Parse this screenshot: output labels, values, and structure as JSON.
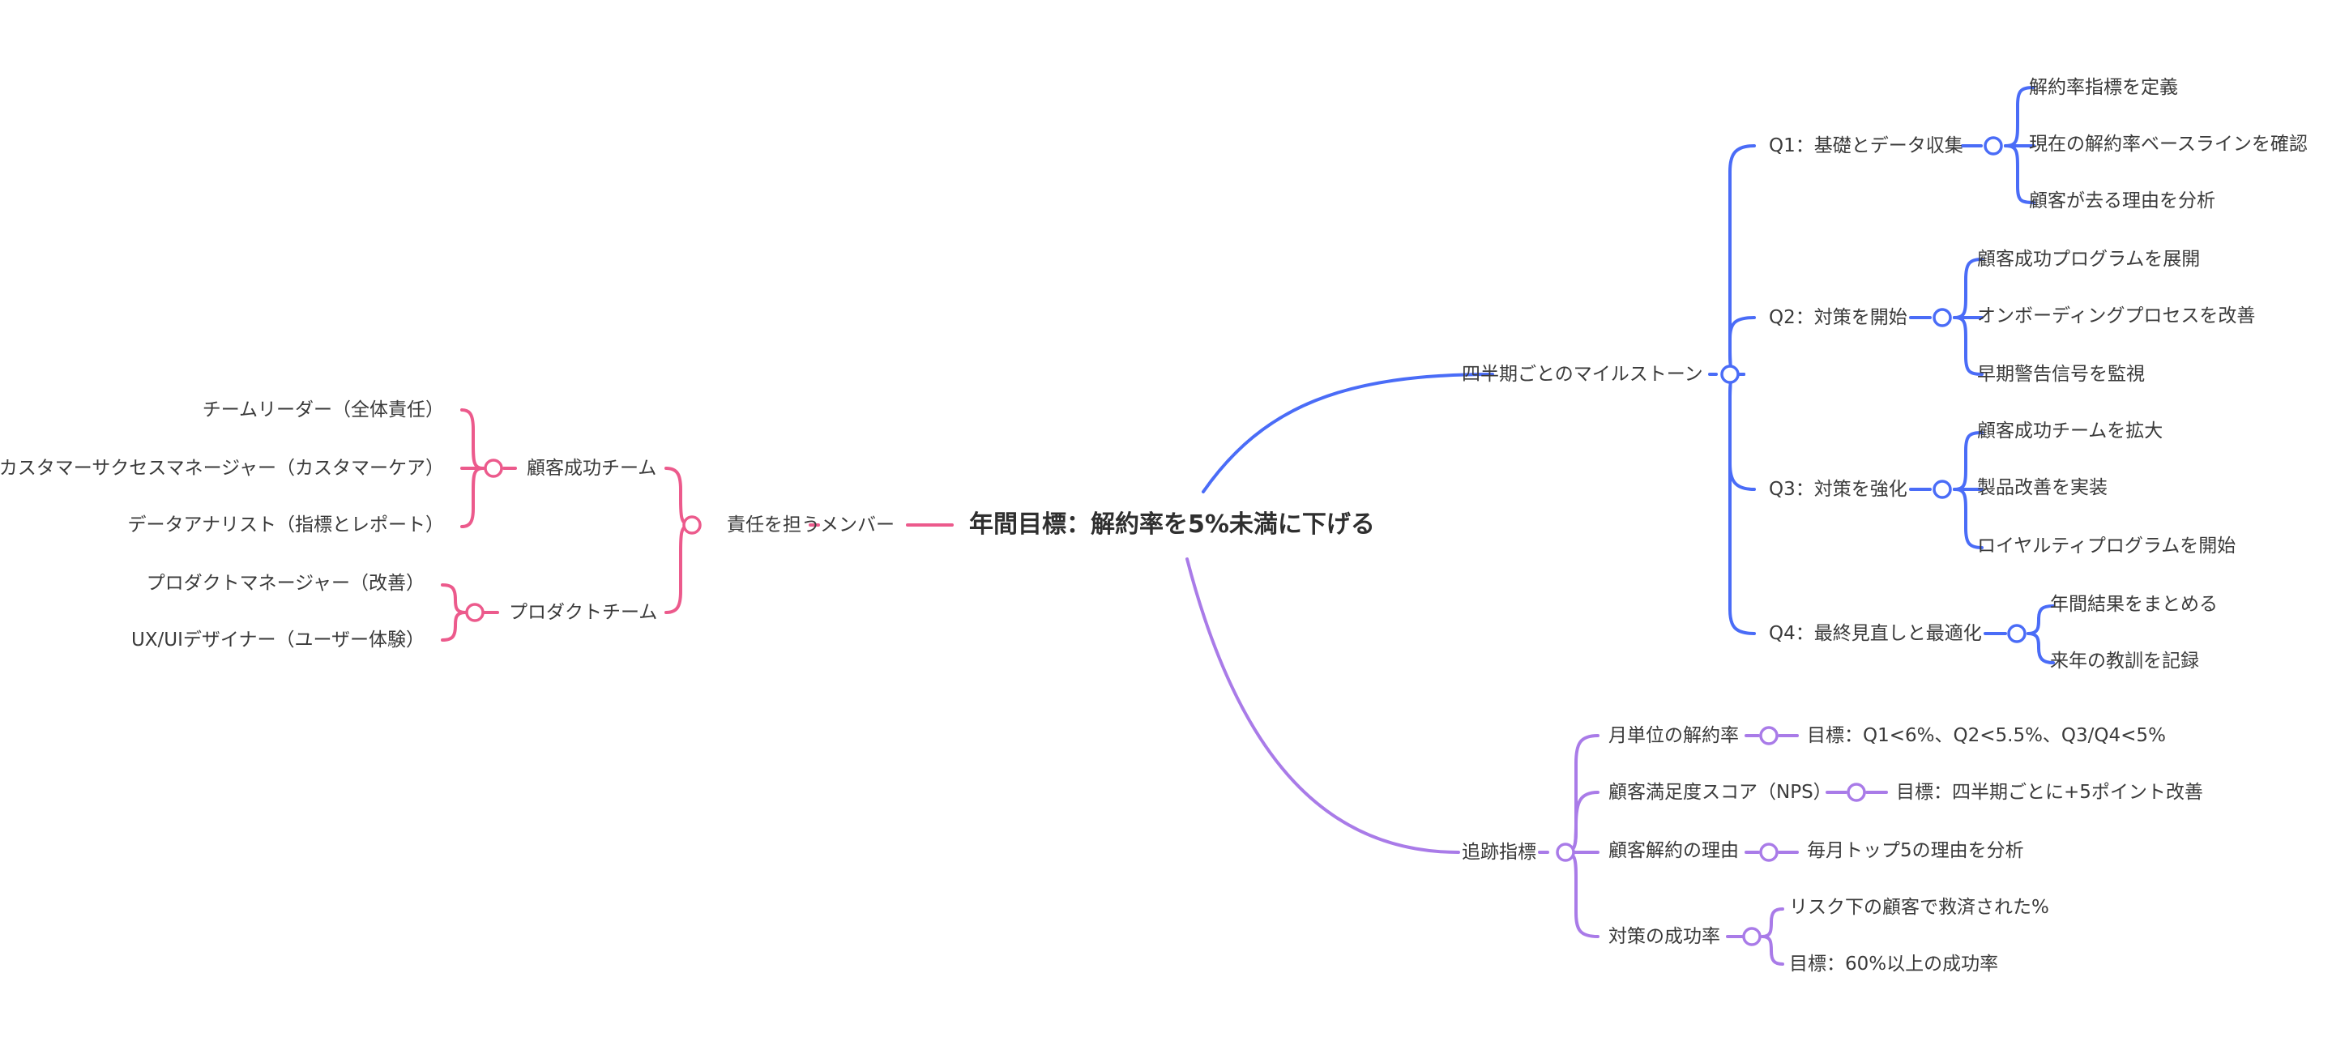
{
  "root": "年間目標：解約率を5%未満に下げる",
  "colors": {
    "blue": "#4a6cf7",
    "purple": "#a97be8",
    "pink": "#ec5a8c",
    "text": "#3a3a3a"
  },
  "milestones": {
    "label": "四半期ごとのマイルストーン",
    "q1": {
      "label": "Q1：基礎とデータ収集",
      "items": [
        "解約率指標を定義",
        "現在の解約率ベースラインを確認",
        "顧客が去る理由を分析"
      ]
    },
    "q2": {
      "label": "Q2：対策を開始",
      "items": [
        "顧客成功プログラムを展開",
        "オンボーディングプロセスを改善",
        "早期警告信号を監視"
      ]
    },
    "q3": {
      "label": "Q3：対策を強化",
      "items": [
        "顧客成功チームを拡大",
        "製品改善を実装",
        "ロイヤルティプログラムを開始"
      ]
    },
    "q4": {
      "label": "Q4：最終見直しと最適化",
      "items": [
        "年間結果をまとめる",
        "来年の教訓を記録"
      ]
    }
  },
  "metrics": {
    "label": "追跡指標",
    "m1": {
      "label": "月単位の解約率",
      "items": [
        "目標：Q1<6%、Q2<5.5%、Q3/Q4<5%"
      ]
    },
    "m2": {
      "label": "顧客満足度スコア（NPS）",
      "items": [
        "目標：四半期ごとに+5ポイント改善"
      ]
    },
    "m3": {
      "label": "顧客解約の理由",
      "items": [
        "毎月トップ5の理由を分析"
      ]
    },
    "m4": {
      "label": "対策の成功率",
      "items": [
        "リスク下の顧客で救済された%",
        "目標：60%以上の成功率"
      ]
    }
  },
  "members": {
    "label": "責任を担うメンバー",
    "cs": {
      "label": "顧客成功チーム",
      "items": [
        "チームリーダー（全体責任）",
        "カスタマーサクセスマネージャー（カスタマーケア）",
        "データアナリスト（指標とレポート）"
      ]
    },
    "product": {
      "label": "プロダクトチーム",
      "items": [
        "プロダクトマネージャー（改善）",
        "UX/UIデザイナー（ユーザー体験）"
      ]
    }
  }
}
